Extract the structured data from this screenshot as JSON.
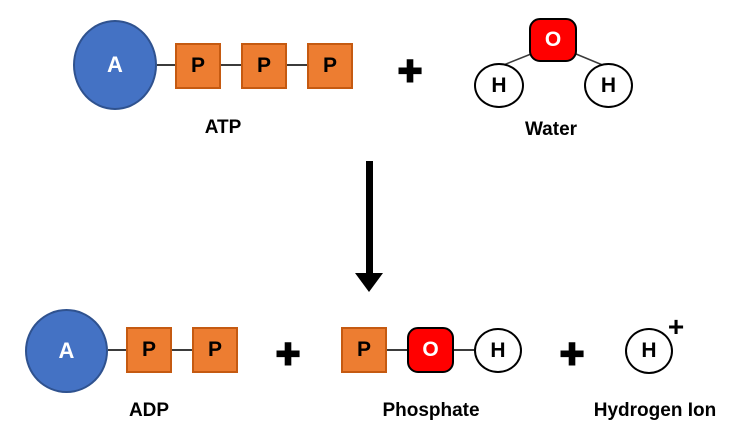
{
  "colors": {
    "adenosine_fill": "#4472C4",
    "adenosine_border": "#2F528F",
    "phosphate_fill": "#ED7D31",
    "phosphate_border": "#C55A11",
    "oxygen_fill": "#FF0000",
    "oxygen_border": "#000000",
    "hydrogen_fill": "#FFFFFF",
    "hydrogen_border": "#000000",
    "bond_line": "#3B3B3B",
    "arrow": "#000000",
    "text": "#000000"
  },
  "reaction": {
    "reactants": {
      "atp": {
        "label": "ATP",
        "adenosine": "A",
        "phosphates": [
          "P",
          "P",
          "P"
        ]
      },
      "plus": "+",
      "water": {
        "label": "Water",
        "oxygen": "O",
        "hydrogens": [
          "H",
          "H"
        ]
      }
    },
    "products": {
      "adp": {
        "label": "ADP",
        "adenosine": "A",
        "phosphates": [
          "P",
          "P"
        ]
      },
      "plus_1": "+",
      "phosphate": {
        "label": "Phosphate",
        "phosphorus": "P",
        "oxygen": "O",
        "hydrogen": "H"
      },
      "plus_2": "+",
      "hydrogen_ion": {
        "label": "Hydrogen Ion",
        "hydrogen": "H",
        "charge": "+"
      }
    }
  }
}
